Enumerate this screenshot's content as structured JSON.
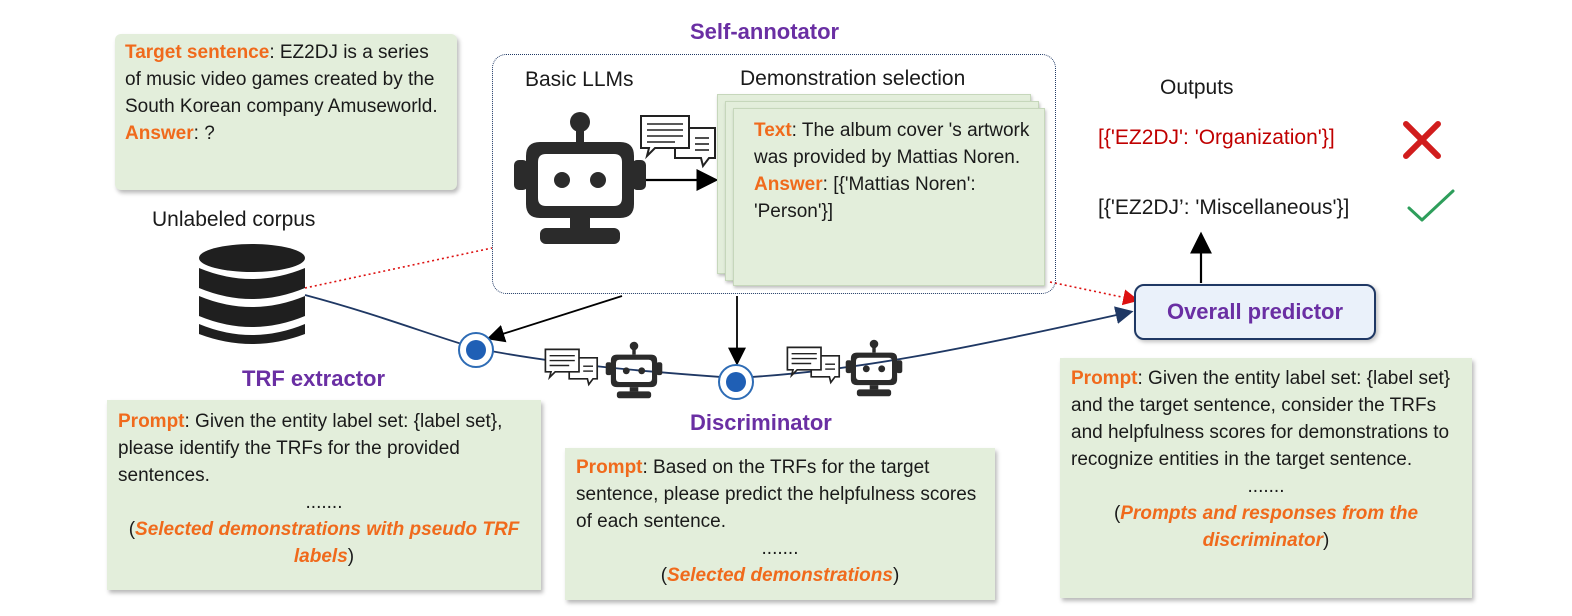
{
  "self_annotator": {
    "title": "Self-annotator",
    "basic_llms_label": "Basic LLMs",
    "demo_selection_label": "Demonstration selection",
    "demo": {
      "text_key": "Text",
      "text_value": ": The album cover 's artwork was provided by Mattias Noren.",
      "answer_key": "Answer",
      "answer_value": ": [{'Mattias Noren': 'Person'}]"
    }
  },
  "target_box": {
    "target_key": "Target sentence",
    "target_value": ": EZ2DJ is a series of music video games created by the South Korean company Amuseworld.",
    "answer_key": "Answer",
    "answer_value": ": ?"
  },
  "unlabeled_corpus": "Unlabeled corpus",
  "outputs": {
    "title": "Outputs",
    "wrong": "[{'EZ2DJ': 'Organization'}]",
    "right": "[{'EZ2DJ’: 'Miscellaneous'}]"
  },
  "overall_predictor": "Overall predictor",
  "trf_extractor": {
    "title": "TRF extractor",
    "prompt_key": "Prompt",
    "prompt_value": ": Given the entity label set: {label set}, please identify the TRFs for the provided sentences.",
    "ellipsis": ".......",
    "paren_open": "(",
    "footer": "Selected demonstrations with pseudo TRF labels",
    "paren_close": ")"
  },
  "discriminator": {
    "title": "Discriminator",
    "prompt_key": "Prompt",
    "prompt_value": ": Based on the TRFs for the target sentence, please predict the helpfulness scores of each sentence.",
    "ellipsis": ".......",
    "paren_open": "(",
    "footer": "Selected demonstrations",
    "paren_close": ")"
  },
  "predictor_box": {
    "prompt_key": "Prompt",
    "prompt_value": ": Given the entity label set: {label set} and the target sentence, consider the TRFs and helpfulness scores for demonstrations to recognize entities in the target sentence.",
    "ellipsis": ".......",
    "paren_open": "(",
    "footer": "Prompts and responses from the discriminator",
    "paren_close": ")"
  },
  "colors": {
    "purple": "#6a2fa3",
    "orange": "#f06a1c",
    "green_box": "#e3eedb",
    "wrong_red": "#c00000",
    "check_green": "#2e9e5b",
    "navy": "#1f3864"
  },
  "icons": [
    "robot-icon",
    "chat-bubbles-icon",
    "database-icon",
    "cross-icon",
    "check-icon"
  ]
}
